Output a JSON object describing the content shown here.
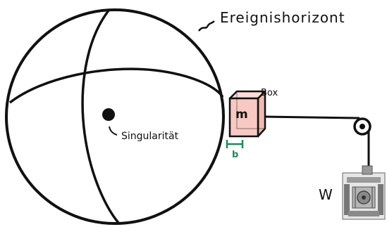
{
  "labels": {
    "horizon": "Ereignishorizont",
    "singularity": "Singularität",
    "box": "Box",
    "mass": "m",
    "width": "b",
    "machine": "W"
  },
  "colors": {
    "ink": "#111111",
    "box_front": "#f7c9c2",
    "box_side": "#f3b9b1",
    "box_top": "#fbdcd7",
    "measure": "#1f8a5a",
    "machine_gray": "#8a8a8a"
  },
  "icons": {
    "pulley": "pulley-icon",
    "machine": "machine-picture"
  }
}
